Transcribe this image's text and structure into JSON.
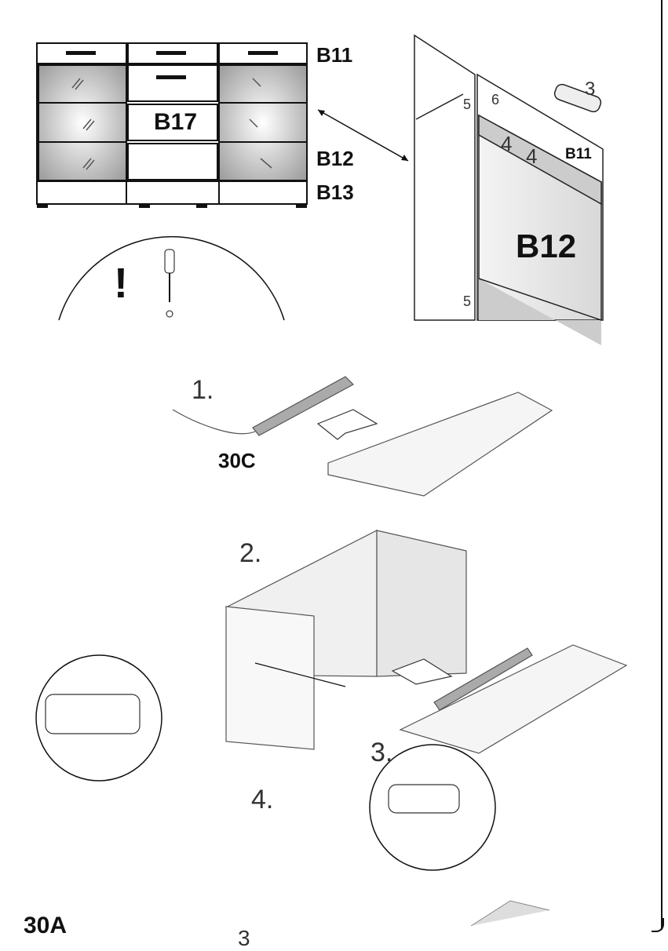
{
  "top_left_labels": {
    "b11": "B11",
    "b17": "B17",
    "b12": "B12",
    "b13": "B13"
  },
  "warning_mark": "!",
  "door_detail": {
    "part3": "3",
    "part5a": "5",
    "part6": "6",
    "part4a": "4",
    "part4b": "4",
    "b11": "B11",
    "b12": "B12",
    "part5b": "5"
  },
  "steps": {
    "step1": "1.",
    "part30c": "30C",
    "step2": "2.",
    "step3": "3.",
    "step4": "4."
  },
  "bottom": {
    "part30a": "30A",
    "step3": "3"
  }
}
